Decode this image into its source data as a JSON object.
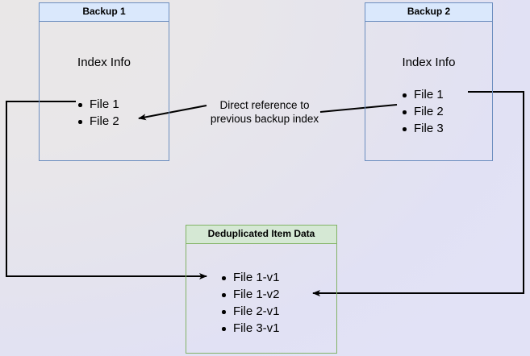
{
  "diagram": {
    "title_hidden": "Backup deduplication index reference diagram",
    "background_colors": {
      "top_left": "#e9e7e7",
      "bottom_right": "#e2e2f6"
    },
    "accent_colors": {
      "blue_border": "#6c8ebf",
      "blue_fill": "#dae8fc",
      "green_border": "#82b366",
      "green_fill": "#d5e8d4",
      "edge": "#000000"
    }
  },
  "boxes": {
    "backup1": {
      "header": "Backup 1",
      "subtitle": "Index Info",
      "items": [
        "File 1",
        "File 2"
      ]
    },
    "backup2": {
      "header": "Backup 2",
      "subtitle": "Index Info",
      "items": [
        "File 1",
        "File 2",
        "File 3"
      ]
    },
    "dedup": {
      "header": "Deduplicated Item Data",
      "items": [
        "File 1-v1",
        "File 1-v2",
        "File 2-v1",
        "File 3-v1"
      ]
    }
  },
  "labels": {
    "direct_reference_line1": "Direct reference to",
    "direct_reference_line2": "previous backup index"
  }
}
